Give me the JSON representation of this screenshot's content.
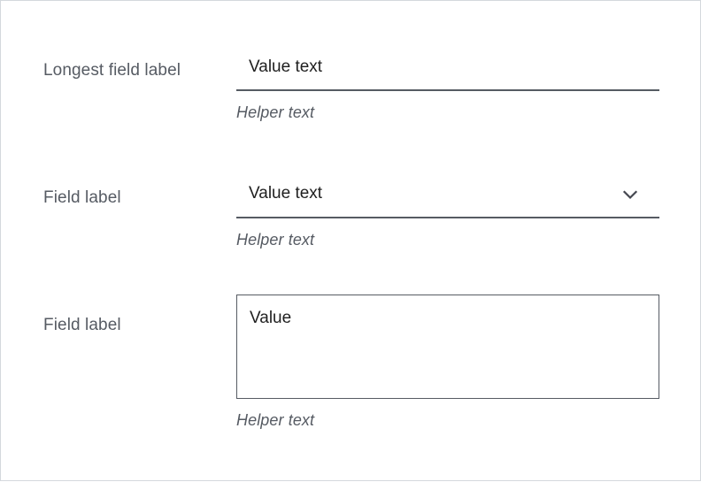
{
  "form": {
    "fields": [
      {
        "id": "field-text",
        "type": "text-input",
        "label": "Longest field label",
        "value": "Value text",
        "placeholder": "Value text",
        "helper": "Helper text"
      },
      {
        "id": "field-select",
        "type": "select",
        "label": "Field label",
        "value": "Value text",
        "helper": "Helper text",
        "icon": "chevron-down-icon"
      },
      {
        "id": "field-textarea",
        "type": "textarea",
        "label": "Field label",
        "value": "Value",
        "placeholder": "Value",
        "helper": "Helper text"
      }
    ]
  },
  "colors": {
    "page_border": "#d4d8dd",
    "label_text": "#565b63",
    "value_text": "#1f1f1f",
    "helper_text": "#565b63",
    "field_line": "#565b63",
    "background": "#ffffff"
  }
}
